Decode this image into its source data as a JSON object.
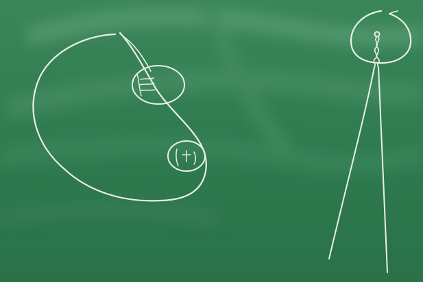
{
  "colors": {
    "board_base": "#2f7a4f",
    "board_light": "#3b8a5b",
    "board_dark": "#256a42",
    "chalk": "#e9efe6",
    "smudge": "#5f9f77"
  },
  "elements": {
    "board": "chalkboard",
    "left_drawing": "closed-loop-with-two-circled-regions",
    "right_drawing": "circle-atop-two-long-lines-with-twisted-strands"
  }
}
